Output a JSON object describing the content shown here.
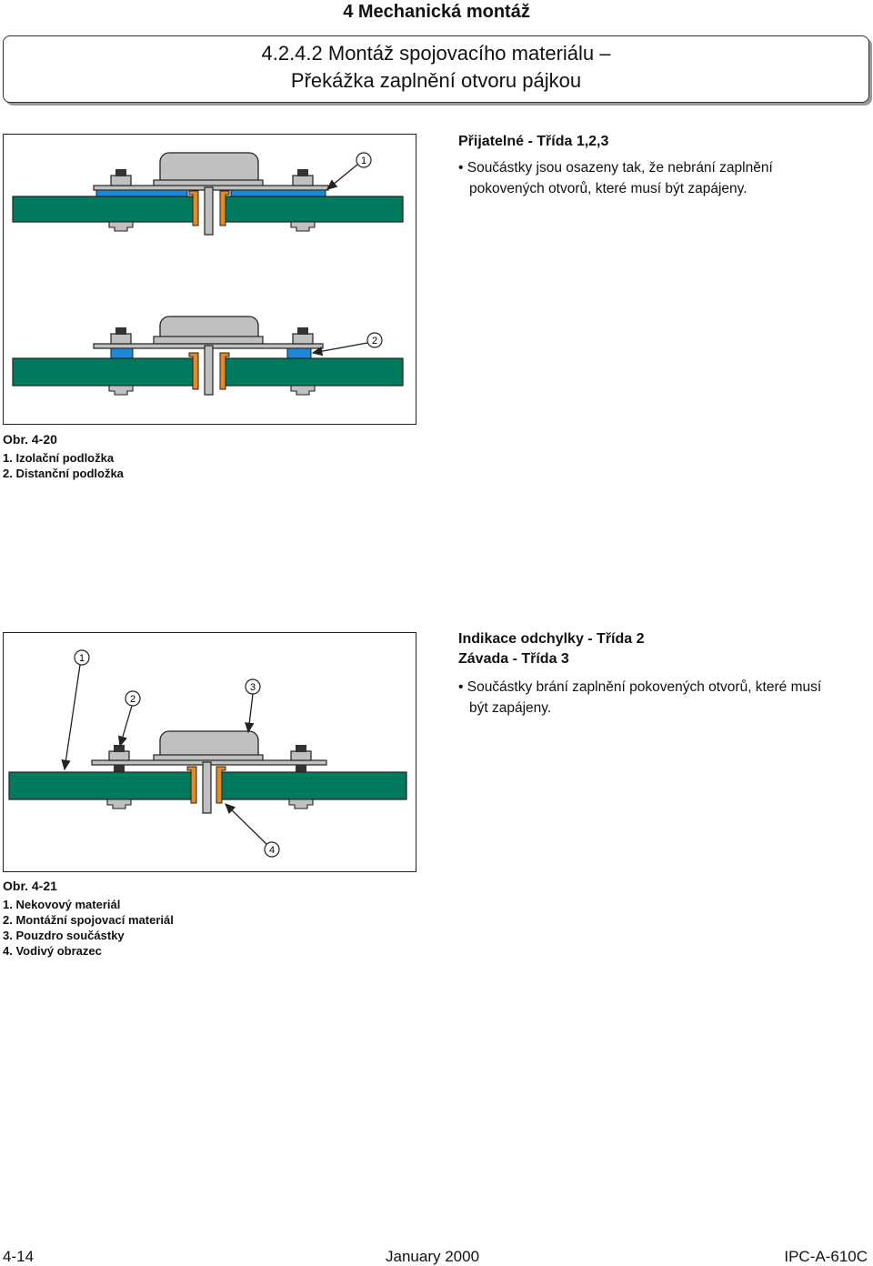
{
  "header": {
    "section": "4  Mechanická montáž"
  },
  "title": {
    "line1": "4.2.4.2  Montáž spojovacího materiálu –",
    "line2": "Překážka zaplnění otvoru pájkou"
  },
  "fig1": {
    "callouts": [
      "1",
      "2"
    ],
    "caption": "Obr. 4-20",
    "items": [
      "1. Izolační podložka",
      "2. Distanční podložka"
    ]
  },
  "text1": {
    "heading": "Přijatelné - Třída 1,2,3",
    "bullet": "• Součástky jsou osazeny tak, že nebrání zaplnění",
    "bullet_cont": "pokovených otvorů, které musí být zapájeny."
  },
  "fig2": {
    "callouts": [
      "1",
      "2",
      "3",
      "4"
    ],
    "caption": "Obr. 4-21",
    "items": [
      "1. Nekovový materiál",
      "2. Montážní spojovací materiál",
      "3. Pouzdro součástky",
      "4. Vodivý obrazec"
    ]
  },
  "text2": {
    "heading1": "Indikace odchylky - Třída 2",
    "heading2": "Závada - Třída 3",
    "bullet": "• Součástky brání zaplnění pokovených otvorů, které musí",
    "bullet_cont": "být zapájeny."
  },
  "footer": {
    "left": "4-14",
    "center": "January 2000",
    "right": "IPC-A-610C"
  },
  "colors": {
    "board": "#007a5e",
    "insulator": "#1e88d4",
    "lead": "#e38a25",
    "metal": "#c0c0c0",
    "dark": "#222222"
  }
}
